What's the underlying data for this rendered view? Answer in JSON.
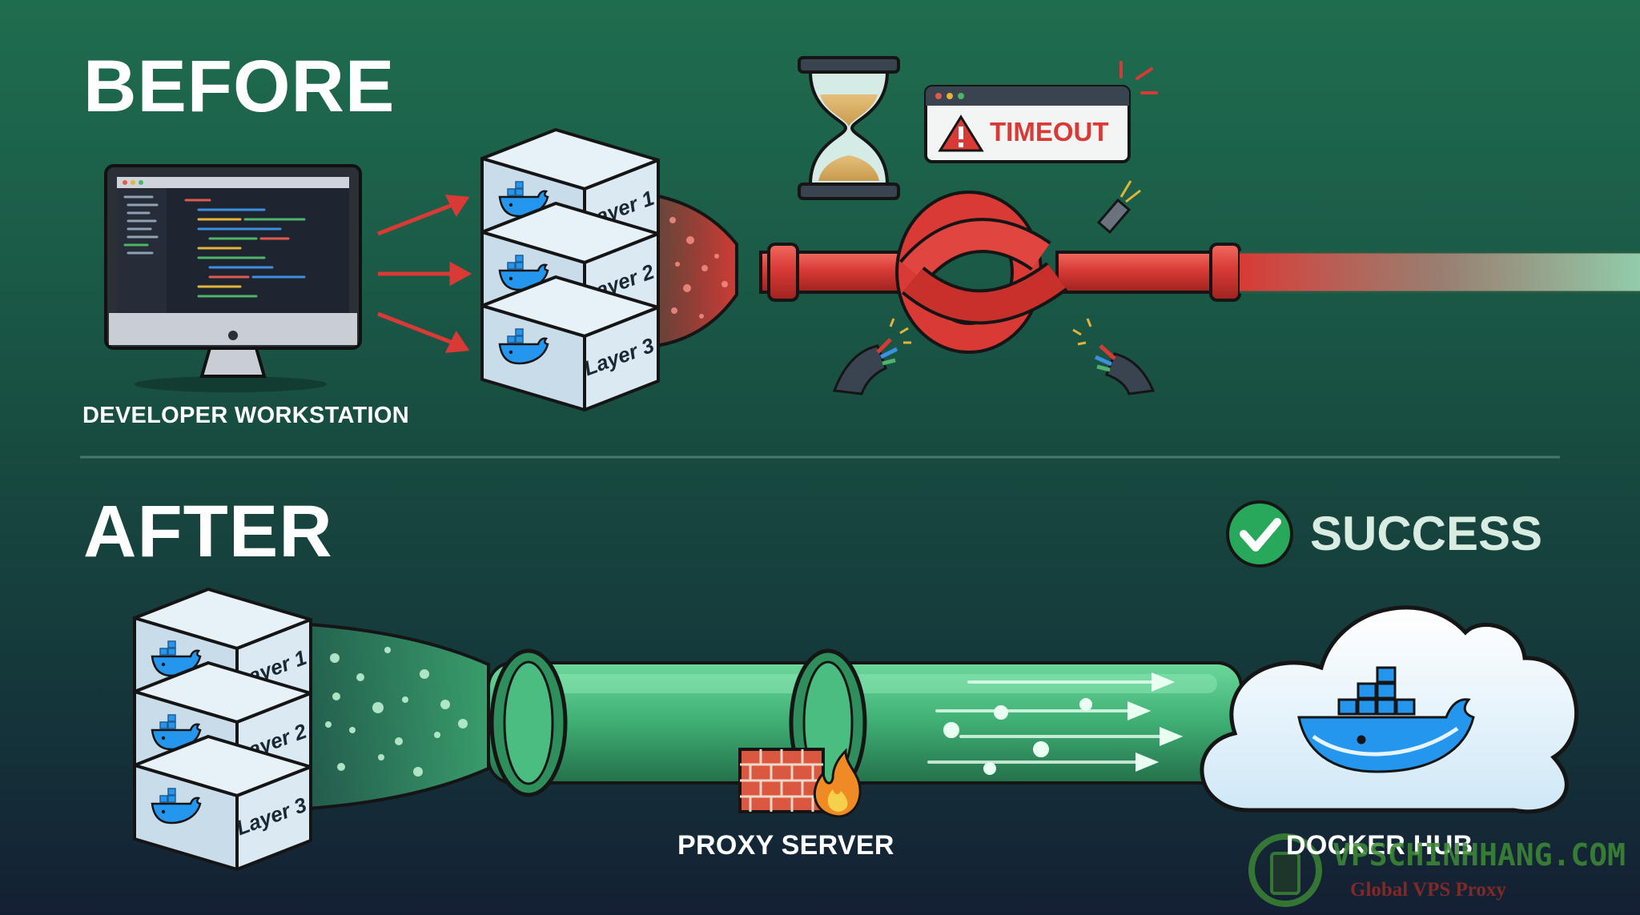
{
  "before": {
    "heading": "BEFORE",
    "workstation_label": "DEVELOPER WORKSTATION",
    "layers": [
      "Layer 1",
      "Layer 2",
      "Layer 3"
    ],
    "timeout_label": "TIMEOUT"
  },
  "after": {
    "heading": "AFTER",
    "success_label": "SUCCESS",
    "layers": [
      "Layer 1",
      "Layer 2",
      "Layer 3"
    ],
    "proxy_label": "PROXY SERVER",
    "hub_label": "DOCKER HUB"
  },
  "watermark": {
    "brand": "VPSCHINHHANG.COM",
    "tagline": "Global VPS Proxy"
  },
  "colors": {
    "accent_red": "#d93a35",
    "accent_green": "#3fae73",
    "success_green": "#27a85a",
    "docker_blue": "#2496ed",
    "cube_face": "#d8e8f3"
  },
  "icons": [
    "monitor-icon",
    "hourglass-icon",
    "warning-icon",
    "docker-whale-icon",
    "brick-wall-icon",
    "flame-icon",
    "cloud-icon",
    "check-icon",
    "cut-cable-icon"
  ]
}
